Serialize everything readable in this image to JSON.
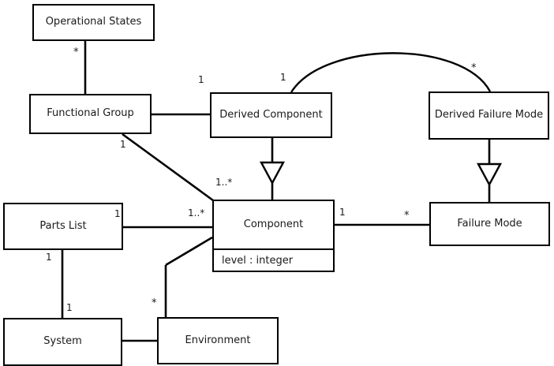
{
  "diagram": {
    "type": "uml-class-diagram",
    "background_color": "#ffffff",
    "line_color": "#000000",
    "text_color": "#1a1a1a",
    "classes": [
      {
        "id": "operational-states",
        "name": "Operational States",
        "attributes": []
      },
      {
        "id": "functional-group",
        "name": "Functional Group",
        "attributes": []
      },
      {
        "id": "derived-component",
        "name": "Derived Component",
        "attributes": []
      },
      {
        "id": "derived-failure-mode",
        "name": "Derived Failure Mode",
        "attributes": []
      },
      {
        "id": "parts-list",
        "name": "Parts List",
        "attributes": []
      },
      {
        "id": "component",
        "name": "Component",
        "attributes": [
          "level : integer"
        ]
      },
      {
        "id": "failure-mode",
        "name": "Failure Mode",
        "attributes": []
      },
      {
        "id": "system",
        "name": "System",
        "attributes": []
      },
      {
        "id": "environment",
        "name": "Environment",
        "attributes": []
      }
    ],
    "relationships": [
      {
        "id": "rel-opstates-funcgroup",
        "from": "operational-states",
        "to": "functional-group",
        "kind": "association",
        "from_multiplicity": "*",
        "to_multiplicity": ""
      },
      {
        "id": "rel-funcgroup-derivedcomp",
        "from": "functional-group",
        "to": "derived-component",
        "kind": "association",
        "from_multiplicity": "",
        "to_multiplicity": "1"
      },
      {
        "id": "rel-funcgroup-component",
        "from": "functional-group",
        "to": "component",
        "kind": "association",
        "from_multiplicity": "1",
        "to_multiplicity": "1..*"
      },
      {
        "id": "rel-derivedcomp-derivedfm",
        "from": "derived-component",
        "to": "derived-failure-mode",
        "kind": "association-arc",
        "from_multiplicity": "1",
        "to_multiplicity": "*"
      },
      {
        "id": "rel-derivedcomp-component",
        "from": "derived-component",
        "to": "component",
        "kind": "generalization"
      },
      {
        "id": "rel-derivedfm-failuremode",
        "from": "derived-failure-mode",
        "to": "failure-mode",
        "kind": "generalization"
      },
      {
        "id": "rel-partslist-component",
        "from": "parts-list",
        "to": "component",
        "kind": "association",
        "from_multiplicity": "1",
        "to_multiplicity": "1..*"
      },
      {
        "id": "rel-component-failuremode",
        "from": "component",
        "to": "failure-mode",
        "kind": "association",
        "from_multiplicity": "1",
        "to_multiplicity": "*"
      },
      {
        "id": "rel-partslist-system",
        "from": "parts-list",
        "to": "system",
        "kind": "association",
        "from_multiplicity": "1",
        "to_multiplicity": "1"
      },
      {
        "id": "rel-component-environment",
        "from": "component",
        "to": "environment",
        "kind": "association",
        "from_multiplicity": "",
        "to_multiplicity": "*"
      },
      {
        "id": "rel-system-environment",
        "from": "system",
        "to": "environment",
        "kind": "association",
        "from_multiplicity": "",
        "to_multiplicity": ""
      }
    ],
    "multiplicity_labels": [
      {
        "id": "mult-opstates-funcgroup",
        "text": "*"
      },
      {
        "id": "mult-funcgroup-derivedcomp",
        "text": "1"
      },
      {
        "id": "mult-funcgroup-component-near",
        "text": "1"
      },
      {
        "id": "mult-funcgroup-component-far",
        "text": "1..*"
      },
      {
        "id": "mult-derivedcomp-arc",
        "text": "1"
      },
      {
        "id": "mult-derivedfm-arc",
        "text": "*"
      },
      {
        "id": "mult-partslist-right",
        "text": "1"
      },
      {
        "id": "mult-component-left",
        "text": "1..*"
      },
      {
        "id": "mult-component-right",
        "text": "1"
      },
      {
        "id": "mult-failuremode-left",
        "text": "*"
      },
      {
        "id": "mult-partslist-bottom",
        "text": "1"
      },
      {
        "id": "mult-system-top",
        "text": "1"
      },
      {
        "id": "mult-environment-top",
        "text": "*"
      }
    ]
  }
}
